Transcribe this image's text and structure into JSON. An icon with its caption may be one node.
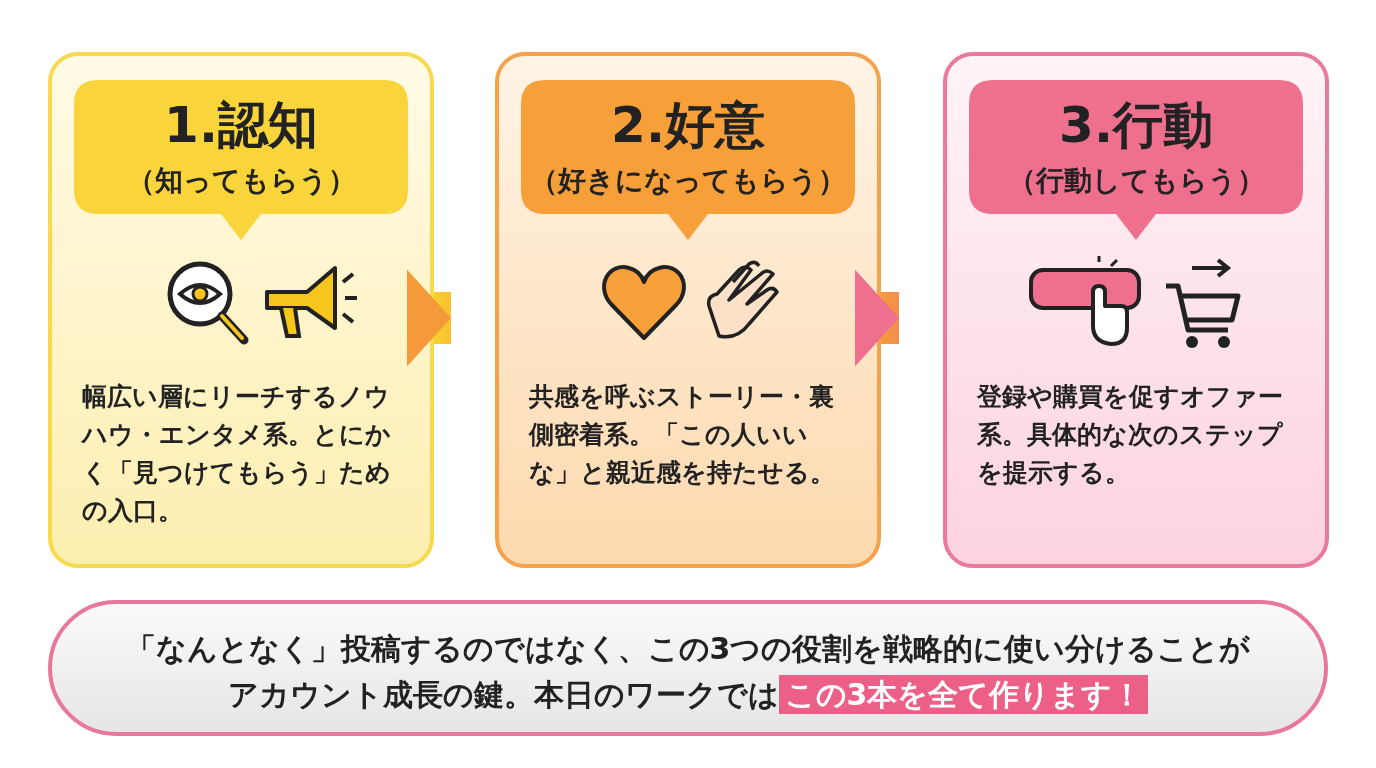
{
  "diagram": {
    "nodes": [
      {
        "text": [
          "幅広い層にリーチするノウハウ・エンタメ系。とにかく「見つけてもらう」ための入口。"
        ]
      },
      {
        "text": [
          "1.認知",
          "（知ってもらう）"
        ],
        "in": 0
      },
      {
        "text": [
          "共感を呼ぶストーリー・裏側密着系。「この人いいな」と親近感を持たせる。"
        ]
      },
      {
        "text": [
          "2.好意",
          "（好きになってもらう）"
        ],
        "in": 2
      },
      {
        "text": [
          "登録や購買を促すオファー系。具体的な次のステップを提示する。"
        ]
      },
      {
        "text": [
          "3.行動",
          "（行動してもらう）"
        ],
        "in": 4
      },
      {
        "text": [
          "「なんとなく」投稿するのではなく、この3つの役割を戦略的に使い分けることがアカウント成長の鍵。本日のワークでは",
          "この3本を全て作ります！"
        ]
      }
    ],
    "edges": [
      {
        "from": 0,
        "to": 2,
        "arrow": "to",
        "style": "thick"
      },
      {
        "from": 2,
        "to": 4,
        "arrow": "to",
        "style": "thick"
      }
    ]
  }
}
